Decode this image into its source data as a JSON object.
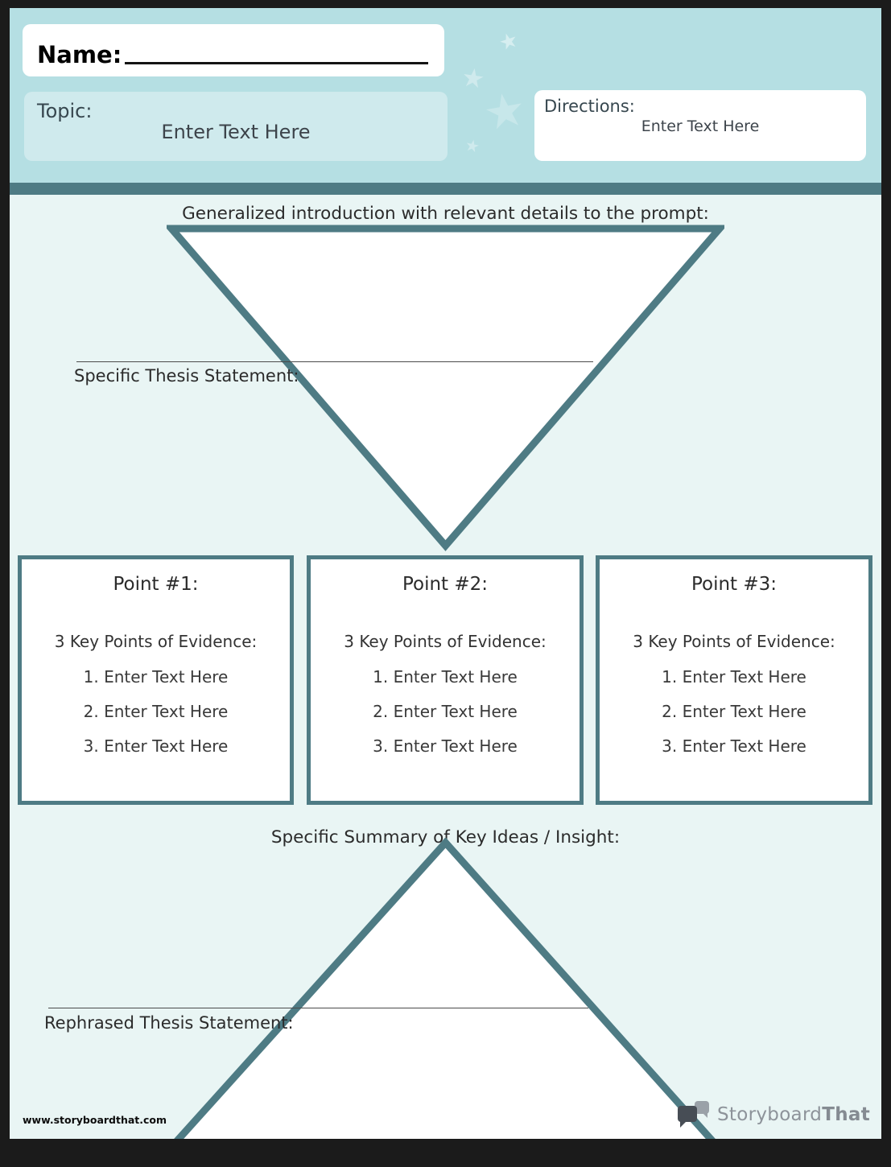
{
  "colors": {
    "frame": "#1b1b1b",
    "header_teal": "#b5dfe3",
    "topic_teal": "#cfeaed",
    "body_mint": "#e9f5f4",
    "accent_dark_teal": "#4e7b84",
    "logo_gray": "#8d939a"
  },
  "icons": {
    "star": "★"
  },
  "header": {
    "name_label": "Name:",
    "topic_label": "Topic:",
    "topic_value": "Enter Text Here",
    "directions_label": "Directions:",
    "directions_value": "Enter Text Here"
  },
  "intro": {
    "prompt_label": "Generalized introduction with relevant details to the prompt:",
    "thesis_label": "Specific Thesis Statement:"
  },
  "points": [
    {
      "title": "Point #1:",
      "evidence_label": "3 Key Points of Evidence:",
      "items": [
        "1. Enter Text Here",
        "2. Enter Text Here",
        "3. Enter Text Here"
      ]
    },
    {
      "title": "Point #2:",
      "evidence_label": "3 Key Points of Evidence:",
      "items": [
        "1. Enter Text Here",
        "2. Enter Text Here",
        "3. Enter Text Here"
      ]
    },
    {
      "title": "Point #3:",
      "evidence_label": "3 Key Points of Evidence:",
      "items": [
        "1. Enter Text Here",
        "2. Enter Text Here",
        "3. Enter Text Here"
      ]
    }
  ],
  "conclusion": {
    "summary_label": "Specific Summary of Key Ideas / Insight:",
    "rephrased_label": "Rephrased Thesis Statement:"
  },
  "footer": {
    "website": "www.storyboardthat.com",
    "logo_part1": "Storyboard",
    "logo_part2": "That"
  }
}
